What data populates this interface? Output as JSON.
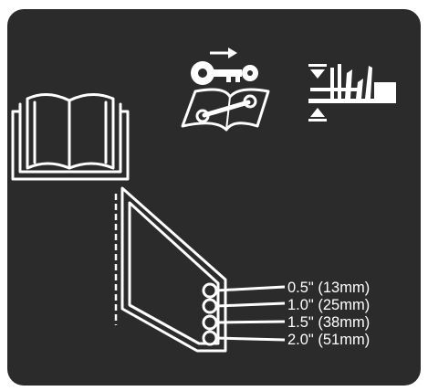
{
  "colors": {
    "panel_background": "#2b2b2b",
    "outer_background": "#ffffff",
    "symbol": "#ffffff"
  },
  "icons": {
    "manual": "open-book-icon",
    "key_removal": "remove-key-icon",
    "wrench_manual": "wrench-on-manual-icon",
    "cutting_height": "cutting-height-adjust-icon",
    "height_bracket": "height-adjust-bracket-icon"
  },
  "height_settings": [
    {
      "label": "0.5\" (13mm)"
    },
    {
      "label": "1.0\" (25mm)"
    },
    {
      "label": "1.5\" (38mm)"
    },
    {
      "label": "2.0\" (51mm)"
    }
  ]
}
